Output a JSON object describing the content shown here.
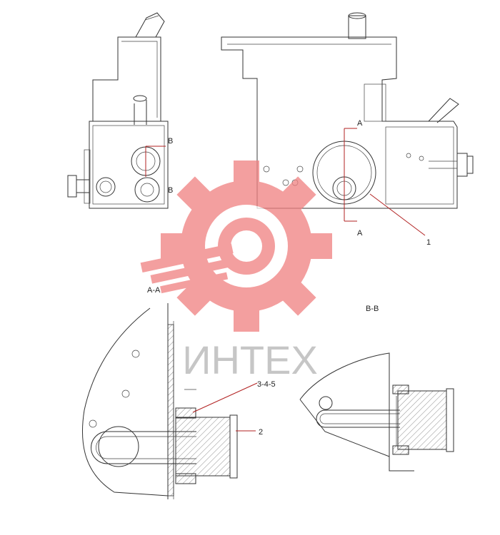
{
  "labels": {
    "section_b_top": "B",
    "section_b_bottom": "B",
    "section_a_top": "A",
    "section_a_bottom": "A",
    "callout_1": "1",
    "callout_2": "2",
    "callout_345": "3-4-5",
    "view_aa": "A-A",
    "view_bb": "B-B"
  },
  "watermark": {
    "text": "ИНТЕХ",
    "color": "#f08080",
    "text_color": "#b4b4b4"
  },
  "colors": {
    "line": "#333333",
    "leader": "#b22222"
  }
}
